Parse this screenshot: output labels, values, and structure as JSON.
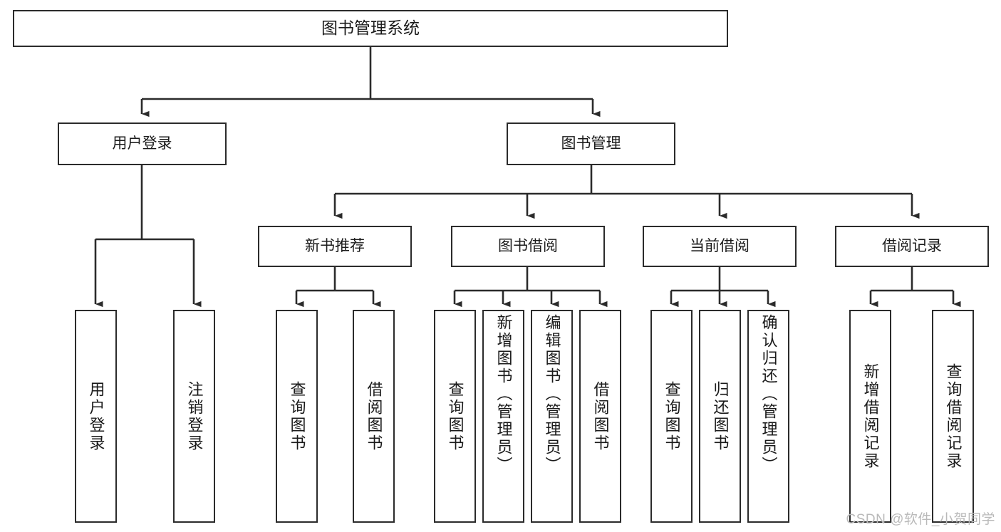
{
  "diagram": {
    "type": "tree-hierarchy-chart",
    "title": "图书管理系统",
    "line_color": "#2b2b2b",
    "box_fill": "#ffffff",
    "text_color": "#1a1a1a",
    "root": {
      "id": "root",
      "label": "图书管理系统"
    },
    "level2": [
      {
        "id": "user-login",
        "label": "用户登录"
      },
      {
        "id": "book-management",
        "label": "图书管理"
      }
    ],
    "level3": [
      {
        "id": "new-book-recommend",
        "label": "新书推荐",
        "parent": "book-management"
      },
      {
        "id": "book-borrow",
        "label": "图书借阅",
        "parent": "book-management"
      },
      {
        "id": "current-borrow",
        "label": "当前借阅",
        "parent": "book-management"
      },
      {
        "id": "borrow-record",
        "label": "借阅记录",
        "parent": "book-management"
      }
    ],
    "leaves": [
      {
        "id": "leaf-user-login",
        "label": "用户登录",
        "parent": "user-login"
      },
      {
        "id": "leaf-logout-login",
        "label": "注销登录",
        "parent": "user-login"
      },
      {
        "id": "leaf-query-book-1",
        "label": "查询图书",
        "parent": "new-book-recommend"
      },
      {
        "id": "leaf-borrow-book-1",
        "label": "借阅图书",
        "parent": "new-book-recommend"
      },
      {
        "id": "leaf-query-book-2",
        "label": "查询图书",
        "parent": "book-borrow"
      },
      {
        "id": "leaf-add-book-admin",
        "label": "新增图书（管理员）",
        "parent": "book-borrow"
      },
      {
        "id": "leaf-edit-book-admin",
        "label": "编辑图书（管理员）",
        "parent": "book-borrow"
      },
      {
        "id": "leaf-borrow-book-2",
        "label": "借阅图书",
        "parent": "book-borrow"
      },
      {
        "id": "leaf-query-book-3",
        "label": "查询图书",
        "parent": "current-borrow"
      },
      {
        "id": "leaf-return-book",
        "label": "归还图书",
        "parent": "current-borrow"
      },
      {
        "id": "leaf-confirm-return-admin",
        "label": "确认归还（管理员）",
        "parent": "current-borrow"
      },
      {
        "id": "leaf-add-borrow-record",
        "label": "新增借阅记录",
        "parent": "borrow-record"
      },
      {
        "id": "leaf-query-borrow-record",
        "label": "查询借阅记录",
        "parent": "borrow-record"
      }
    ]
  },
  "watermark": {
    "text": "CSDN @软件_小贺同学"
  }
}
